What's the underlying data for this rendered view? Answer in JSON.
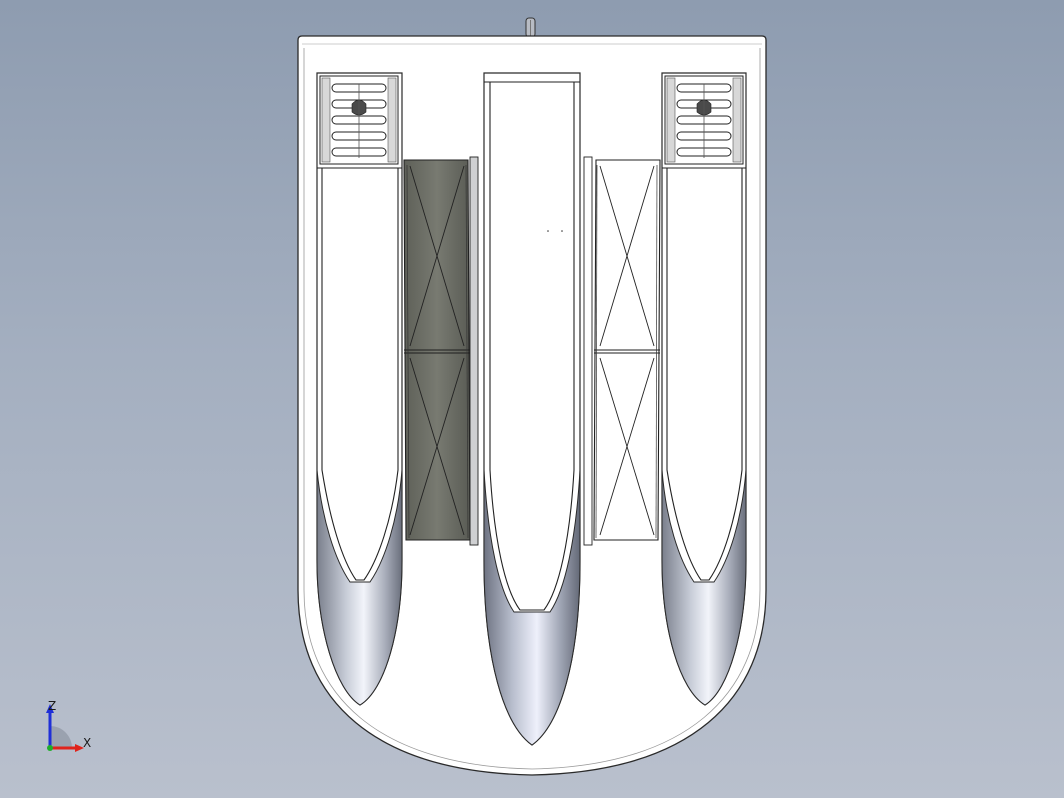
{
  "viewport": {
    "background_top": "#8e9cb0",
    "background_bottom": "#b9c0cd"
  },
  "model": {
    "body_color": "#ffffff",
    "outline_color": "#2a2a2a",
    "left_panel_color": "#6e7068",
    "right_panel_color": "#ffffff",
    "nozzle_highlight": "#eef1f8",
    "nozzle_shadow": "#6d7280",
    "vent_slots_per_grille": 5
  },
  "triad": {
    "z_label": "Z",
    "x_label": "X",
    "z_color": "#1f2fd8",
    "x_color": "#e0231b",
    "y_color": "#1fae2a"
  }
}
